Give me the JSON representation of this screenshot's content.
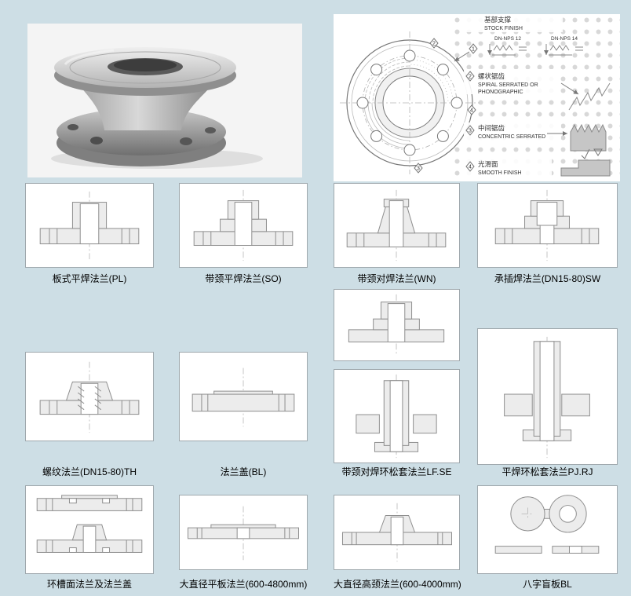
{
  "colors": {
    "background": "#cddee5",
    "panel": "#ffffff",
    "drawing_line": "#8d8d8d",
    "drawing_fill": "#ececec",
    "caption_text": "#000000"
  },
  "diagram": {
    "dn_12": "DN-NPS  12",
    "dn_14": "DN-NPS  14",
    "finishes": [
      {
        "num": "1",
        "cn": "基部支撑",
        "en": "STOCK FINISH"
      },
      {
        "num": "2",
        "cn": "螺状锯齿",
        "en": "SPIRAL SERRATED OR",
        "en2": "PHONOGRAPHIC"
      },
      {
        "num": "3",
        "cn": "中间锯齿",
        "en": "CONCENTRIC SERRATED"
      },
      {
        "num": "4",
        "cn": "光滑面",
        "en": "SMOOTH FINISH"
      }
    ]
  },
  "cells": [
    {
      "caption": "板式平焊法兰(PL)"
    },
    {
      "caption": "带颈平焊法兰(SO)"
    },
    {
      "caption": "带颈对焊法兰(WN)"
    },
    {
      "caption": "承插焊法兰(DN15-80)SW"
    },
    {
      "caption": "螺纹法兰(DN15-80)TH"
    },
    {
      "caption": "法兰盖(BL)"
    },
    {
      "caption": "带颈对焊环松套法兰LF.SE"
    },
    {
      "caption": "平焊环松套法兰PJ.RJ"
    },
    {
      "caption": "环槽面法兰及法兰盖"
    },
    {
      "caption": "大直径平板法兰(600-4800mm)"
    },
    {
      "caption": "大直径高颈法兰(600-4000mm)"
    },
    {
      "caption": "八字盲板BL"
    }
  ]
}
